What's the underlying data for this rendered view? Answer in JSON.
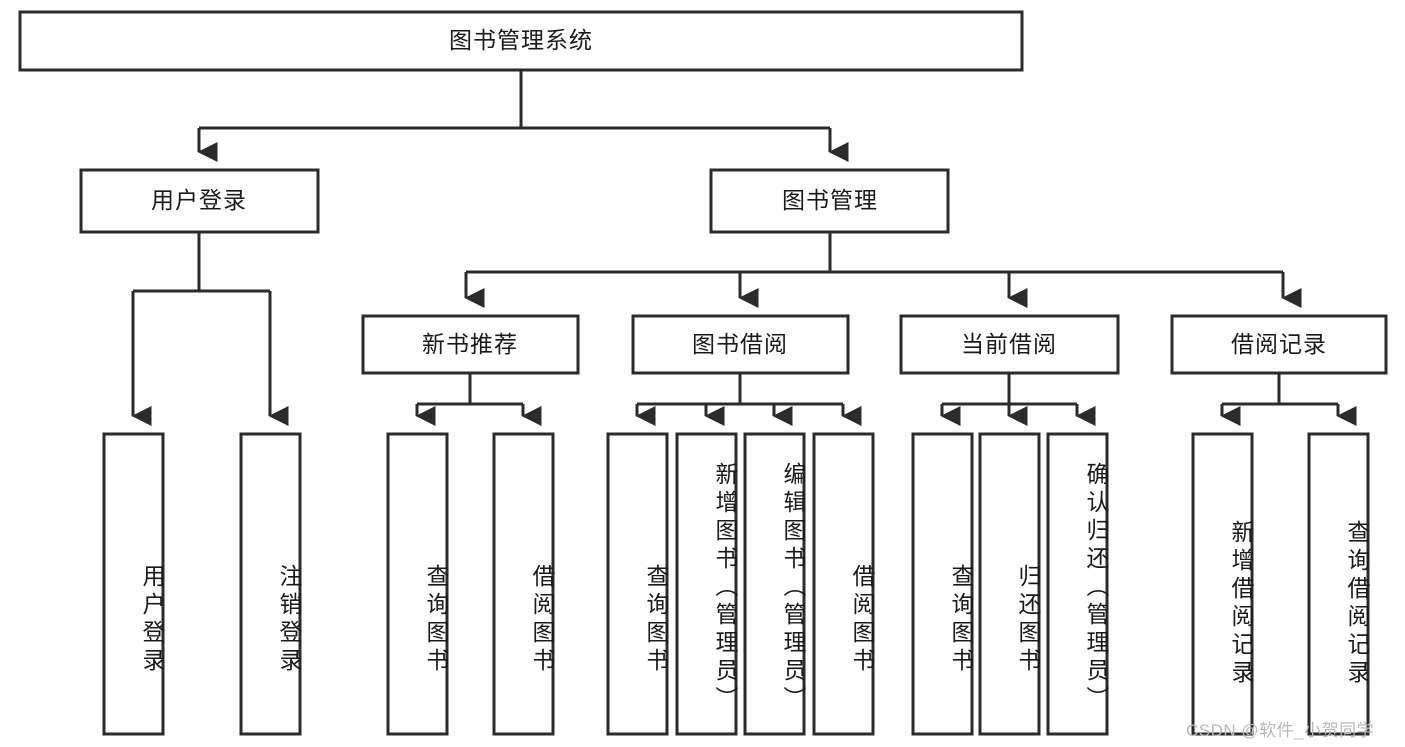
{
  "diagram": {
    "title": "图书管理系统",
    "type": "tree-hierarchy",
    "root": {
      "label": "图书管理系统"
    },
    "level1": [
      {
        "label": "用户登录"
      },
      {
        "label": "图书管理"
      }
    ],
    "level2": [
      {
        "label": "新书推荐",
        "parent": "图书管理"
      },
      {
        "label": "图书借阅",
        "parent": "图书管理"
      },
      {
        "label": "当前借阅",
        "parent": "图书管理"
      },
      {
        "label": "借阅记录",
        "parent": "图书管理"
      }
    ],
    "leaves": {
      "user_login": [
        {
          "label": "用户登录"
        },
        {
          "label": "注销登录"
        }
      ],
      "new_book_recommend": [
        {
          "label": "查询图书"
        },
        {
          "label": "借阅图书"
        }
      ],
      "book_borrow": [
        {
          "label": "查询图书"
        },
        {
          "label": "新增图书（管理员）"
        },
        {
          "label": "编辑图书（管理员）"
        },
        {
          "label": "借阅图书"
        }
      ],
      "current_borrow": [
        {
          "label": "查询图书"
        },
        {
          "label": "归还图书"
        },
        {
          "label": "确认归还（管理员）"
        }
      ],
      "borrow_records": [
        {
          "label": "新增借阅记录"
        },
        {
          "label": "查询借阅记录"
        }
      ]
    }
  },
  "watermark": {
    "text": "CSDN @软件_小贺同学"
  },
  "colors": {
    "background": "#ffffff",
    "box_stroke": "#2b2b2b",
    "box_fill": "#ffffff",
    "text": "#1a1a1a",
    "watermark": "#b9b9b9"
  }
}
